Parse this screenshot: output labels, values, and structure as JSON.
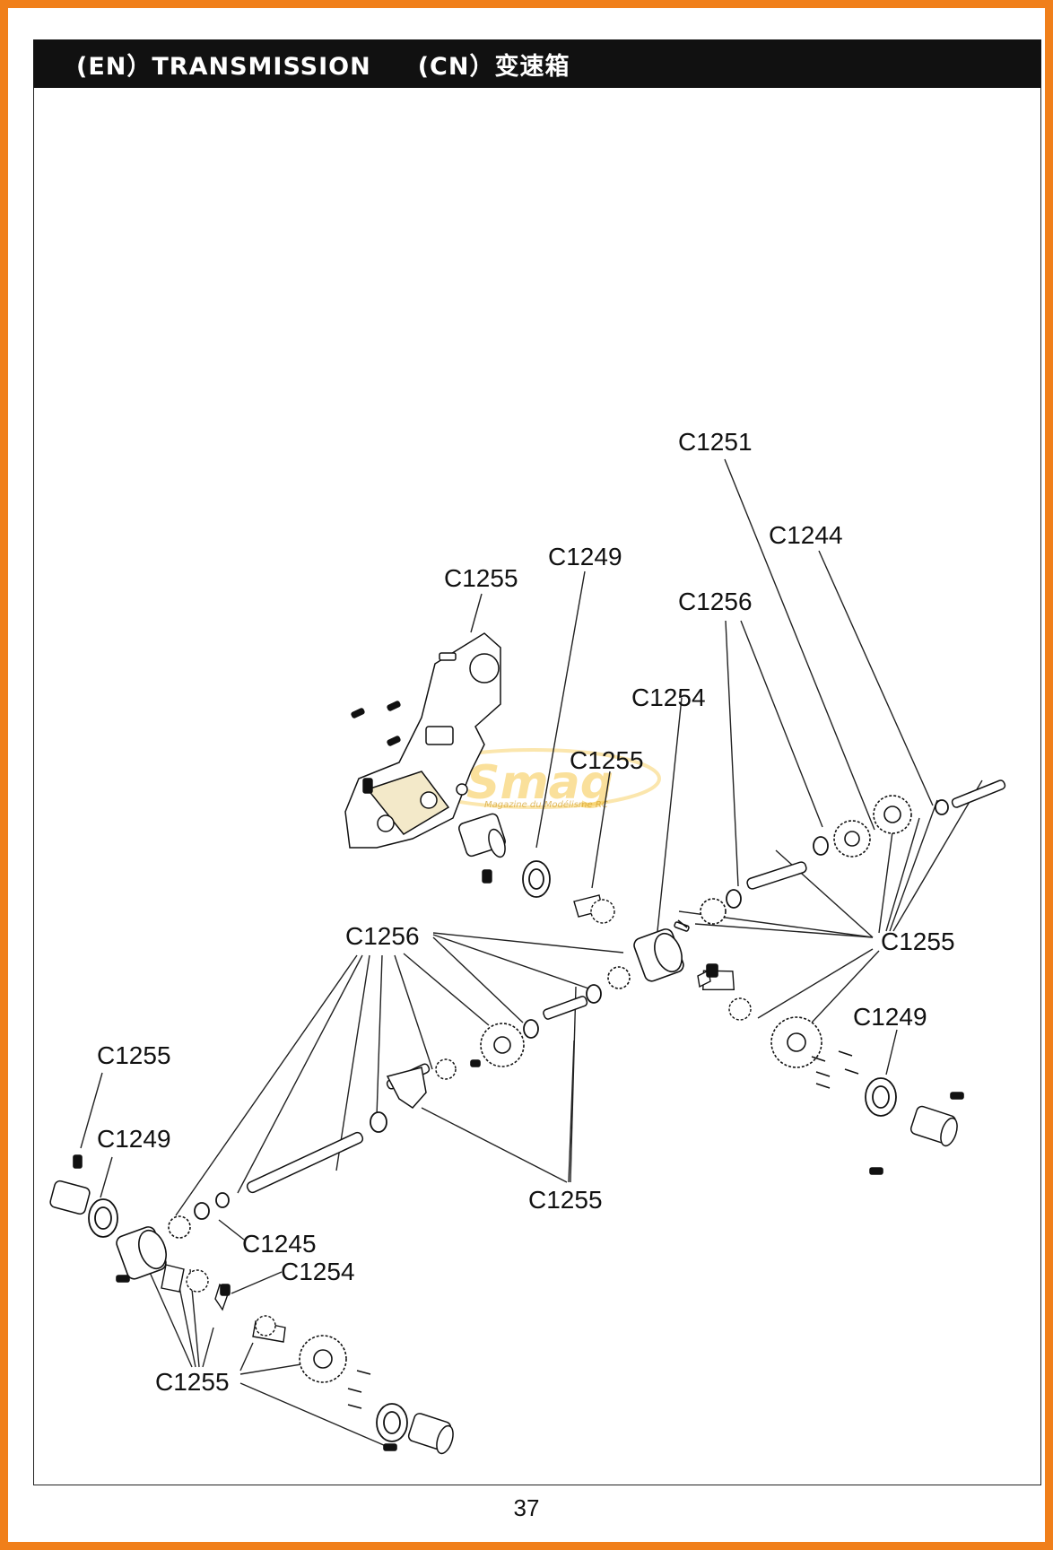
{
  "header": {
    "title_en": "(EN）TRANSMISSION",
    "title_cn": "(CN）变速箱"
  },
  "watermark": {
    "brand": "Smag",
    "tagline": "Magazine du Modélisme RC"
  },
  "part_labels": [
    "C1251",
    "C1244",
    "C1249",
    "C1255",
    "C1256",
    "C1254",
    "C1255",
    "C1256",
    "C1255",
    "C1249",
    "C1255",
    "C1249",
    "C1255",
    "C1245",
    "C1254",
    "C1255"
  ],
  "page_number": "37",
  "colors": {
    "frame": "#f07f1a",
    "header_bg": "#111111",
    "header_text": "#ffffff",
    "watermark": "#f6c84a"
  }
}
